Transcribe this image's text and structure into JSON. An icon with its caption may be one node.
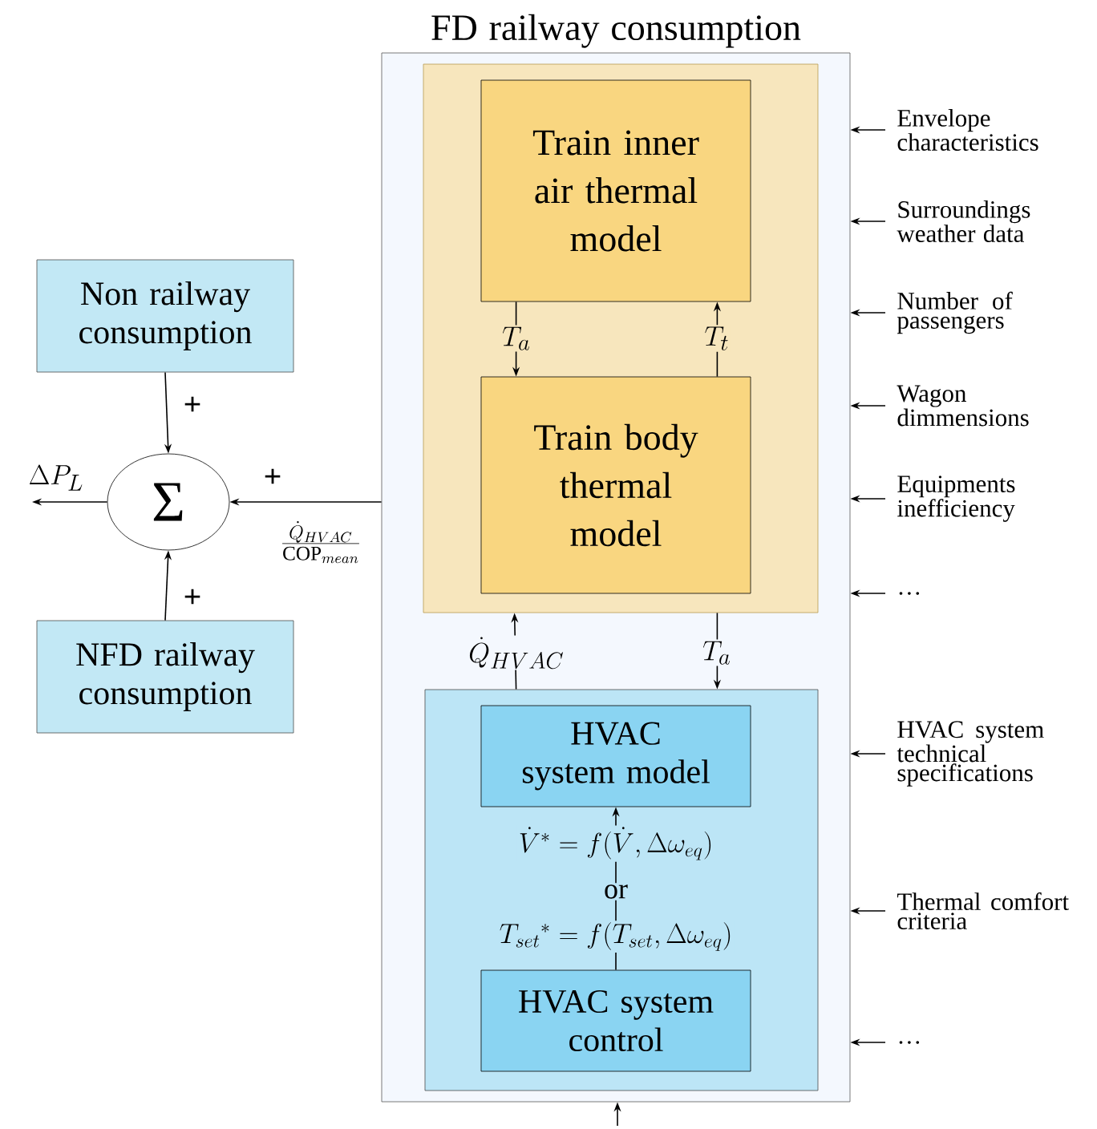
{
  "diagram": {
    "nodes": [
      {
        "text": [
          "FD railway consumption"
        ]
      },
      {
        "text": [],
        "shape": "box",
        "in": 0
      },
      {
        "text": [
          "Train inner air thermal model"
        ],
        "in": 1
      },
      {
        "text": [
          "Train body thermal model"
        ],
        "in": 1
      },
      {
        "text": [],
        "shape": "box",
        "in": 0
      },
      {
        "text": [
          "HVAC system model"
        ],
        "in": 4
      },
      {
        "text": [
          "HVAC system control"
        ],
        "in": 4
      },
      {
        "text": [
          "Non railway consumption"
        ]
      },
      {
        "text": [
          "Σ"
        ]
      },
      {
        "text": [
          "NFD railway consumption"
        ]
      },
      {
        "text": [
          "Envelope characteristics"
        ]
      },
      {
        "text": [
          "Surroundings weather data"
        ]
      },
      {
        "text": [
          "Number of passengers"
        ]
      },
      {
        "text": [
          "Wagon dimmensions"
        ]
      },
      {
        "text": [
          "Equipments inefficiency"
        ]
      },
      {
        "text": [
          "…"
        ]
      },
      {
        "text": [
          "HVAC system technical specifications"
        ]
      },
      {
        "text": [
          "Thermal comfort criteria"
        ]
      },
      {
        "text": [
          "…"
        ]
      }
    ],
    "edges": [
      {
        "from": 7,
        "to": 8,
        "arrow": "to",
        "label": "+"
      },
      {
        "from": 0,
        "to": 8,
        "arrow": "to",
        "label": "+"
      },
      {
        "from": 9,
        "to": 8,
        "arrow": "to",
        "label": "+"
      },
      {
        "from": 8,
        "to": null,
        "arrow": "to",
        "label": "\\Delta P_{L}"
      },
      {
        "from": 2,
        "to": 3,
        "arrow": "to",
        "label": "T_{a}"
      },
      {
        "from": 3,
        "to": 2,
        "arrow": "to",
        "label": "T_{t}"
      },
      {
        "from": 4,
        "to": 1,
        "arrow": "to",
        "label": "\\dot{Q}_{HVAC}"
      },
      {
        "from": 1,
        "to": 4,
        "arrow": "to",
        "label": "T_{a}"
      },
      {
        "from": 6,
        "to": 5,
        "arrow": "to"
      },
      {
        "from": 10,
        "to": 0,
        "arrow": "to"
      },
      {
        "from": 11,
        "to": 0,
        "arrow": "to"
      },
      {
        "from": 12,
        "to": 0,
        "arrow": "to"
      },
      {
        "from": 13,
        "to": 0,
        "arrow": "to"
      },
      {
        "from": 14,
        "to": 0,
        "arrow": "to"
      },
      {
        "from": 15,
        "to": 0,
        "arrow": "to"
      },
      {
        "from": 16,
        "to": 0,
        "arrow": "to"
      },
      {
        "from": 17,
        "to": 0,
        "arrow": "to"
      },
      {
        "from": 18,
        "to": 0,
        "arrow": "to"
      },
      {
        "from": null,
        "to": 0,
        "arrow": "to"
      }
    ],
    "labels": [
      "\\frac{\\dot{Q}_{HVAC}}{\\mathrm{COP}_{mean}}",
      "\\dot{V}^{*} = f(\\dot{V}, \\Delta\\omega_{eq})",
      "or",
      "T_{set}{}^{*} = f(T_{set}, \\Delta\\omega_{eq})"
    ]
  }
}
